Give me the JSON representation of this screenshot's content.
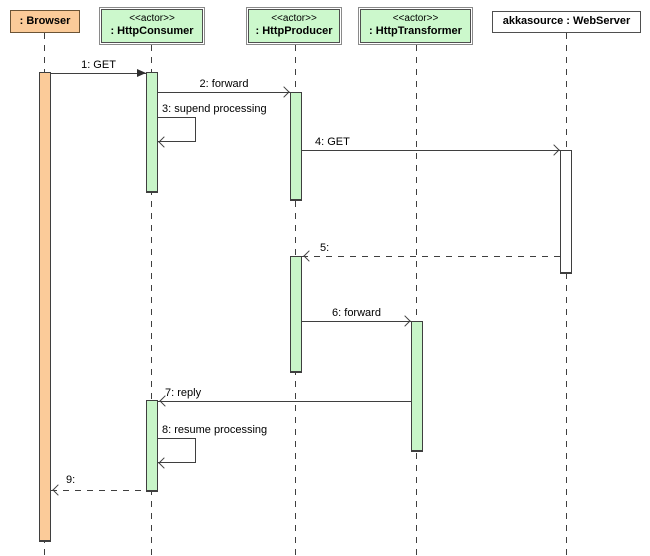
{
  "colors": {
    "actor_fill": "#ccf8cc",
    "activation_green": "#c8f5c8",
    "browser_fill": "#fbcb99",
    "webserver_fill": "#ffffff",
    "line": "#3f3f3f"
  },
  "actors": [
    {
      "id": "browser",
      "stereotype": "",
      "name": ": Browser"
    },
    {
      "id": "http-consumer",
      "stereotype": "<<actor>>",
      "name": ": HttpConsumer"
    },
    {
      "id": "http-producer",
      "stereotype": "<<actor>>",
      "name": ": HttpProducer"
    },
    {
      "id": "http-transformer",
      "stereotype": "<<actor>>",
      "name": ": HttpTransformer"
    },
    {
      "id": "web-server",
      "stereotype": "",
      "name": "akkasource : WebServer"
    }
  ],
  "messages": [
    {
      "label": "1: GET",
      "from": "browser",
      "to": "http-consumer",
      "line": "solid",
      "head": "filled"
    },
    {
      "label": "2: forward",
      "from": "http-consumer",
      "to": "http-producer",
      "line": "solid",
      "head": "open"
    },
    {
      "label": "3: supend processing",
      "from": "http-consumer",
      "to": "http-consumer",
      "line": "solid",
      "head": "open"
    },
    {
      "label": "4: GET",
      "from": "http-producer",
      "to": "web-server",
      "line": "solid",
      "head": "open"
    },
    {
      "label": "5:",
      "from": "web-server",
      "to": "http-producer",
      "line": "dashed",
      "head": "open"
    },
    {
      "label": "6: forward",
      "from": "http-producer",
      "to": "http-transformer",
      "line": "solid",
      "head": "open"
    },
    {
      "label": "7: reply",
      "from": "http-transformer",
      "to": "http-consumer",
      "line": "solid",
      "head": "open"
    },
    {
      "label": "8: resume processing",
      "from": "http-consumer",
      "to": "http-consumer",
      "line": "solid",
      "head": "open"
    },
    {
      "label": "9:",
      "from": "http-consumer",
      "to": "browser",
      "line": "dashed",
      "head": "open"
    }
  ]
}
